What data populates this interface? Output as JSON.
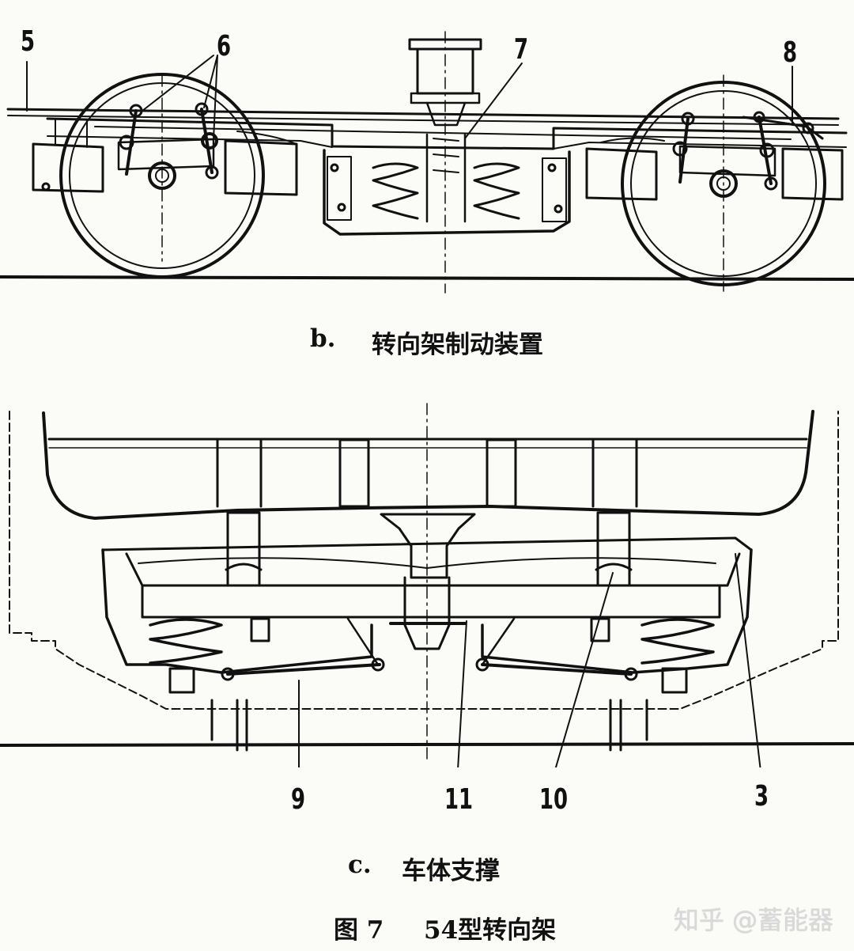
{
  "figure_b": {
    "caption_letter": "b.",
    "caption_text": "转向架制动装置",
    "labels": {
      "l5": "5",
      "l6": "6",
      "l7": "7",
      "l8": "8"
    }
  },
  "figure_c": {
    "caption_letter": "c.",
    "caption_text": "车体支撑",
    "labels": {
      "l9": "9",
      "l11": "11",
      "l10": "10",
      "l3": "3"
    }
  },
  "figure_title": {
    "number": "图 7",
    "title": "54型转向架"
  },
  "watermark": "知乎 @蓄能器"
}
